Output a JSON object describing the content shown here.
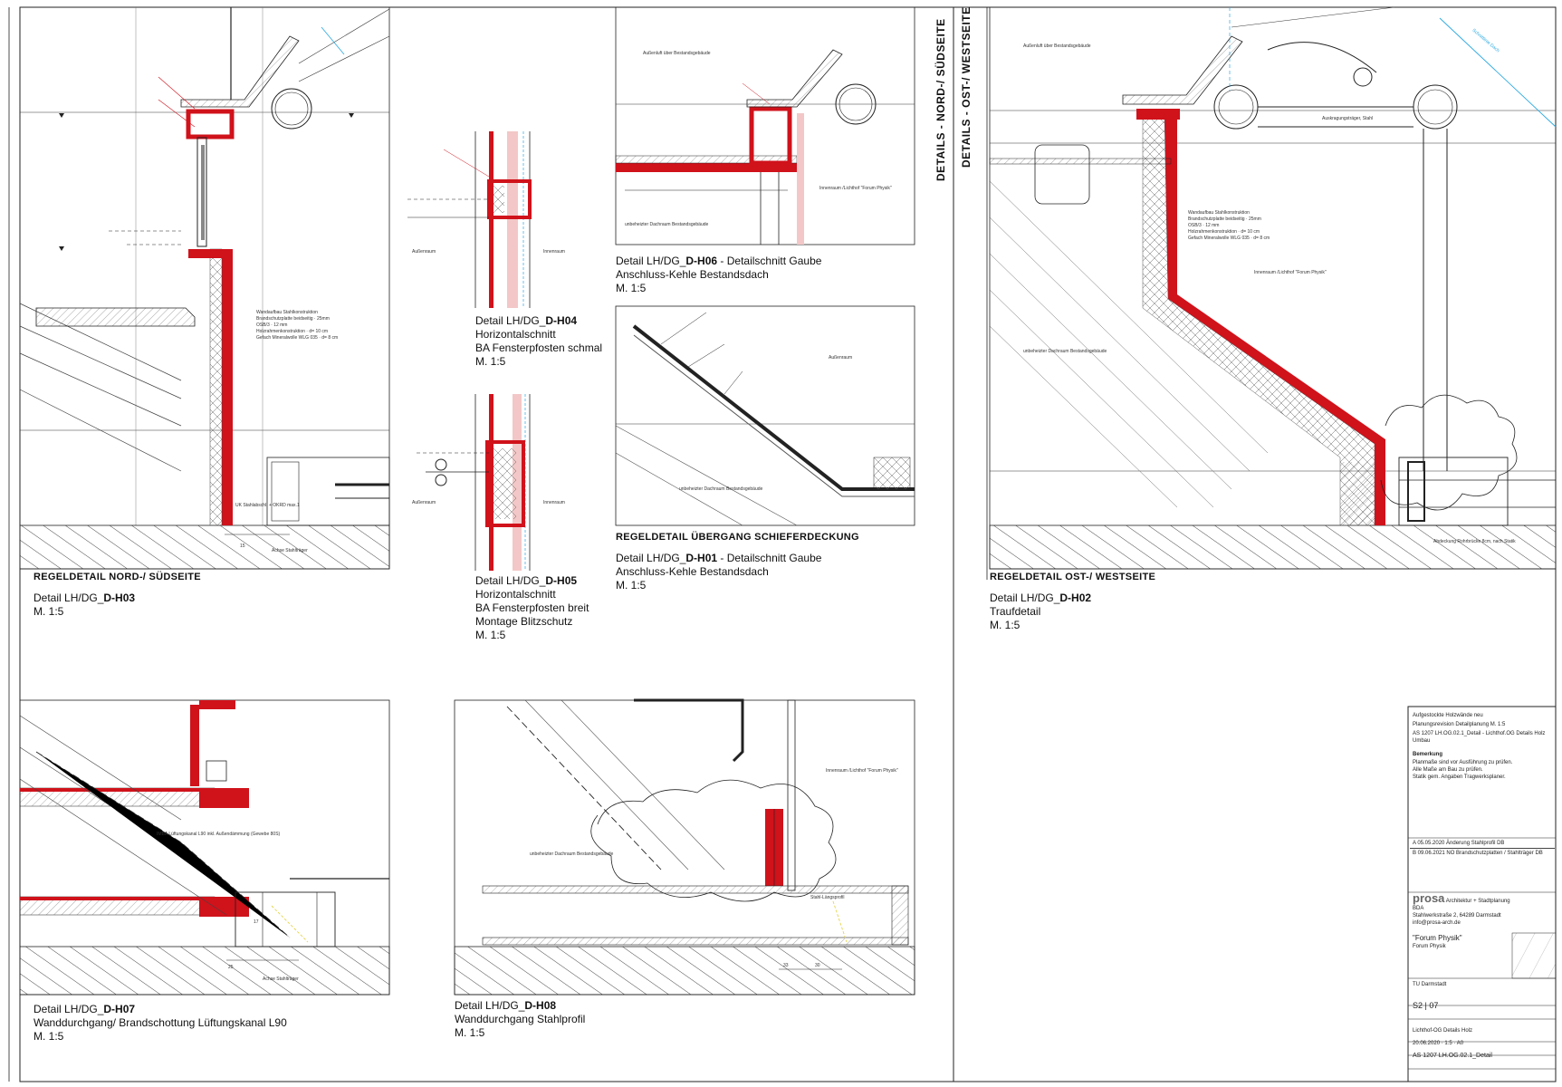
{
  "sheet": {
    "colors": {
      "wall": "#d0121b",
      "line": "#222222",
      "blue": "#2aa8e0",
      "pink": "#f3c7c7"
    },
    "vertical_titles": [
      "DETAILS - NORD-/ SÜDSEITE",
      "DETAILS - OST-/ WESTSEITE"
    ]
  },
  "details": {
    "h03": {
      "heading": "REGELDETAIL NORD-/ SÜDSEITE",
      "prefix": "Detail LH/DG_",
      "code": "D-H03",
      "desc": "",
      "scale": "M. 1:5"
    },
    "h04": {
      "prefix": "Detail LH/DG_",
      "code": "D-H04",
      "line1": "Horizontalschnitt",
      "line2": "BA Fensterpfosten schmal",
      "scale": "M. 1:5"
    },
    "h05": {
      "prefix": "Detail LH/DG_",
      "code": "D-H05",
      "line1": "Horizontalschnitt",
      "line2": "BA Fensterpfosten breit",
      "line3": "Montage Blitzschutz",
      "scale": "M. 1:5"
    },
    "h06": {
      "prefix": "Detail LH/DG_",
      "code": "D-H06",
      "suffix": " - Detailschnitt Gaube",
      "line1": "Anschluss-Kehle Bestandsdach",
      "scale": "M. 1:5"
    },
    "h01": {
      "heading": "REGELDETAIL ÜBERGANG SCHIEFERDECKUNG",
      "prefix": "Detail LH/DG_",
      "code": "D-H01",
      "suffix": " - Detailschnitt Gaube",
      "line1": "Anschluss-Kehle Bestandsdach",
      "scale": "M. 1:5"
    },
    "h02": {
      "heading": "REGELDETAIL OST-/ WESTSEITE",
      "prefix": "Detail LH/DG_",
      "code": "D-H02",
      "line1": "Traufdetail",
      "scale": "M. 1:5"
    },
    "h07": {
      "prefix": "Detail LH/DG_",
      "code": "D-H07",
      "line1": "Wanddurchgang/ Brandschottung Lüftungskanal L90",
      "scale": "M. 1:5"
    },
    "h08": {
      "prefix": "Detail LH/DG_",
      "code": "D-H08",
      "line1": "Wanddurchgang Stahlprofil",
      "scale": "M. 1:5"
    }
  },
  "labels": {
    "aussenluft_bestand": "Außenluft über Bestandsgebäude",
    "innenraum_forum": "Innenraum /Lichthof \"Forum Physik\"",
    "dachraum": "unbeheizter Dachraum Bestandsgebäude",
    "aussenraum": "Außenraum",
    "innenraum": "Innenraum",
    "wandaufbau_title": "Wandaufbau Stahlkonstruktion",
    "wandaufbau_rows": [
      [
        "Brandschutzplatte beidseitig",
        "25mm"
      ],
      [
        "OSB/3",
        "12 mm"
      ],
      [
        "Holzrahmenkonstruktion",
        "d= 10 cm"
      ],
      [
        "Gefach Mineralwolle WLG 035",
        "d= 8 cm"
      ]
    ],
    "auskragung": "Auskragungsträger, Stahl",
    "stahl_laengsprofil": "Stahl-Längsprofil",
    "uk_dachabschluss": "UK Stahlabschl. + OKRD max.1",
    "achse_stahltraeger": "Achse Stahlträger",
    "lueftungskanal": "IMBA Lüftungskanal L90 inkl. Außendämmung (Gewebe 80S)",
    "abdeckung": "Abdeckung Rohrbrücke 8cm, nach Statik",
    "masse": [
      "15",
      "25",
      "33",
      "30",
      "17"
    ],
    "blue_line": "Schnittlinie Dach"
  },
  "titleblock": {
    "project_line1": "Aufgestockte Holzwände neu",
    "project_line2": "Planungsrevision Detailplanung M. 1:5",
    "project_line3": "AS 1207 LH.OG.02.1_Detail - Lichthof.OG Details Holz Umbau",
    "bemerkung_title": "Bemerkung",
    "bemerkung_lines": [
      "Planmaße sind vor Ausführung zu prüfen.",
      "Alle Maße am Bau zu prüfen.",
      "Statik gem. Angaben Tragwerksplaner."
    ],
    "revisions": [
      [
        "A 05.05.2020",
        "Änderung Stahlprofil",
        "DB"
      ],
      [
        "B 09.06.2021",
        "NO Brandschutzplatten / Stahlträger",
        "DB"
      ]
    ],
    "office": "prosa",
    "office_sub": "Architektur + Stadtplanung BDA",
    "office_addr": "Stahlwerkstraße 2, 64289 Darmstadt",
    "office_mail": "info@prosa-arch.de",
    "project_name": "\"Forum Physik\"",
    "project_sub": "Forum Physik",
    "bauherr": "TU Darmstadt",
    "plan_no": "S2 | 07",
    "phase": "Lichthof-OG Details Holz",
    "date": "20.06.2020",
    "scale": "1:5",
    "format": "A0",
    "plan_file": "AS 1207 LH.OG.02.1_Detail"
  }
}
